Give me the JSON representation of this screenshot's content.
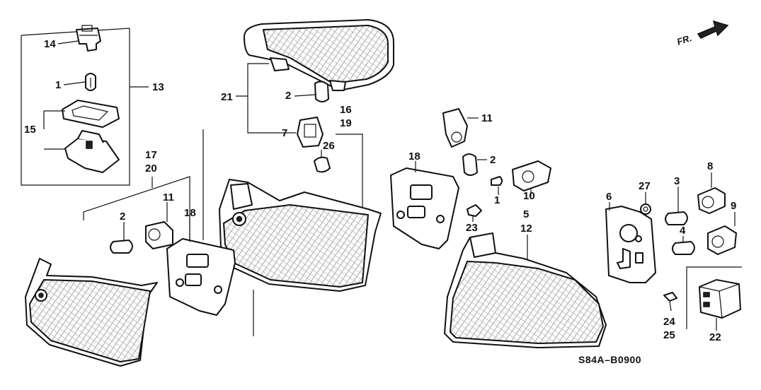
{
  "diagram": {
    "code": "S84A–B0900",
    "front_marker": "FR.",
    "callouts": {
      "n1a": "1",
      "n1b": "1",
      "n2a": "2",
      "n2b": "2",
      "n2c": "2",
      "n3": "3",
      "n4": "4",
      "n5": "5",
      "n12": "12",
      "n6": "6",
      "n7": "7",
      "n8": "8",
      "n9": "9",
      "n10": "10",
      "n11a": "11",
      "n11b": "11",
      "n13": "13",
      "n14": "14",
      "n15": "15",
      "n16": "16",
      "n19": "19",
      "n17": "17",
      "n20": "20",
      "n18a": "18",
      "n18b": "18",
      "n21": "21",
      "n22": "22",
      "n23": "23",
      "n24": "24",
      "n25": "25",
      "n26": "26",
      "n27": "27"
    }
  }
}
